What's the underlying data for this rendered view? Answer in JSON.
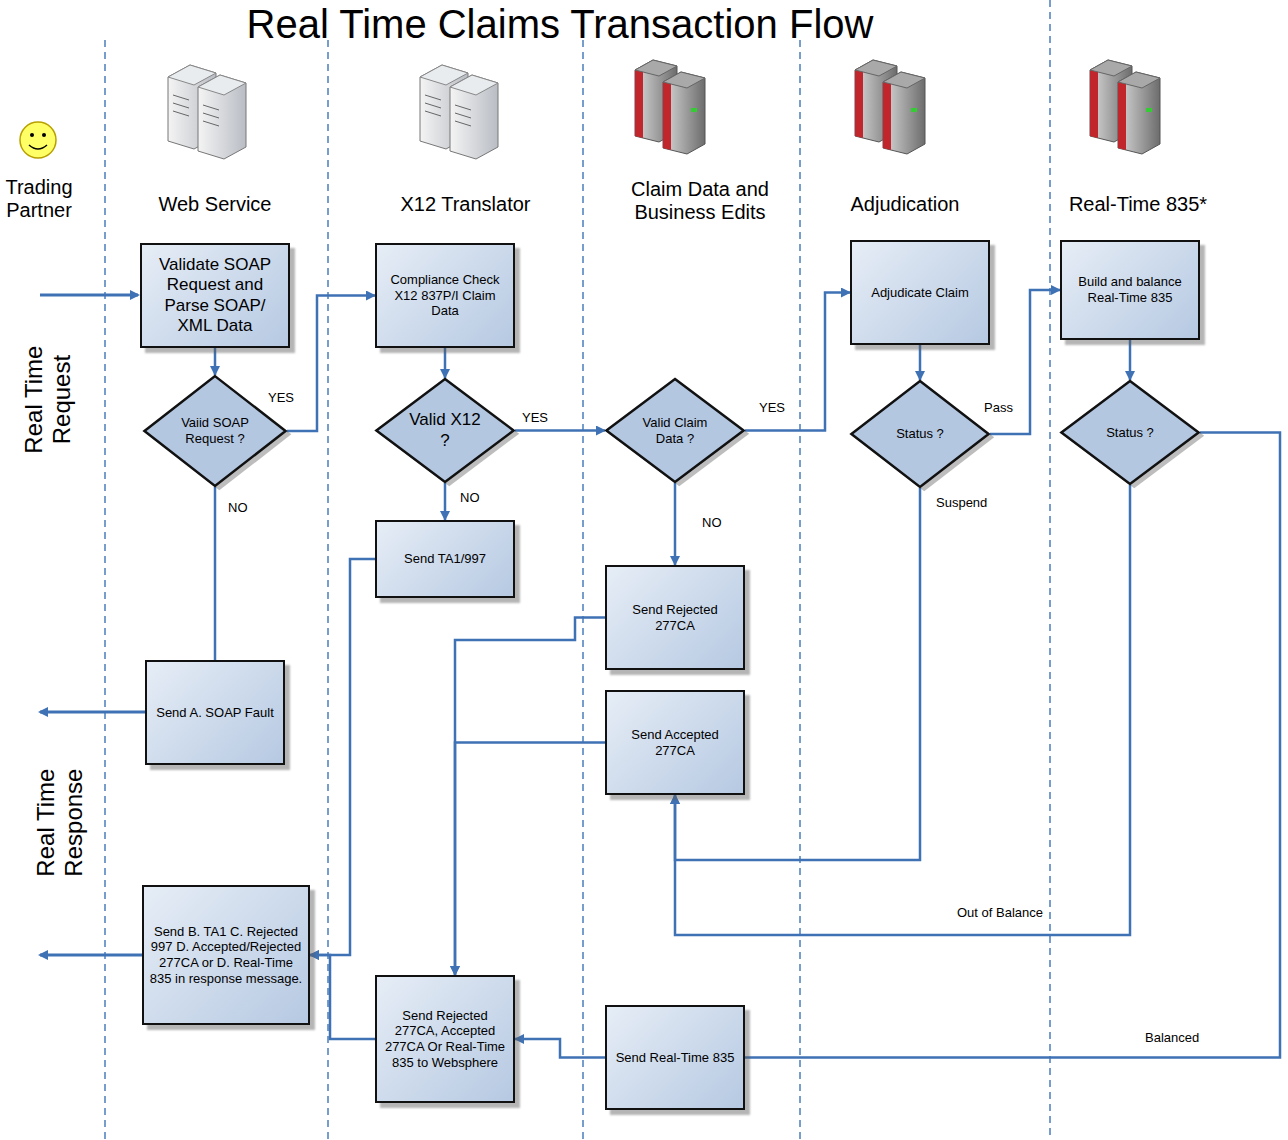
{
  "diagram": {
    "title": "Real Time Claims Transaction Flow",
    "nodes": [
      {
        "text": [
          "Validate SOAP Request and Parse SOAP/ XML Data"
        ]
      },
      {
        "text": [
          "Vaiid SOAP Request ?"
        ]
      },
      {
        "text": [
          "Compliance Check X12 837P/I Claim Data"
        ]
      },
      {
        "text": [
          "Valid X12 ?"
        ]
      },
      {
        "text": [
          "Valid Claim Data ?"
        ]
      },
      {
        "text": [
          "Adjudicate Claim"
        ]
      },
      {
        "text": [
          "Status ?"
        ]
      },
      {
        "text": [
          "Build and balance Real-Time 835"
        ]
      },
      {
        "text": [
          "Status ?"
        ]
      },
      {
        "text": [
          "Send TA1/997"
        ]
      },
      {
        "text": [
          "Send Rejected 277CA"
        ]
      },
      {
        "text": [
          "Send A. SOAP Fault"
        ]
      },
      {
        "text": [
          "Send Accepted 277CA"
        ]
      },
      {
        "text": [
          "Send B. TA1 C. Rejected 997 D. Accepted/Rejected 277CA or D. Real-Time 835 in response message."
        ]
      },
      {
        "text": [
          "Send Rejected 277CA, Accepted 277CA Or Real-Time 835 to Websphere"
        ]
      },
      {
        "text": [
          "Send Real-Time 835"
        ]
      }
    ],
    "edges": [
      {
        "from": 0,
        "to": 1,
        "arrow": "to"
      },
      {
        "from": 1,
        "to": 2,
        "label": "YES",
        "arrow": "to"
      },
      {
        "from": 1,
        "to": 11,
        "label": "NO",
        "arrow": "none"
      },
      {
        "from": 2,
        "to": 3,
        "arrow": "to"
      },
      {
        "from": 3,
        "to": 4,
        "label": "YES",
        "arrow": "to"
      },
      {
        "from": 3,
        "to": 9,
        "label": "NO",
        "arrow": "to"
      },
      {
        "from": 4,
        "to": 5,
        "label": "YES",
        "arrow": "to"
      },
      {
        "from": 4,
        "to": 10,
        "label": "NO",
        "arrow": "to"
      },
      {
        "from": 5,
        "to": 6,
        "arrow": "to"
      },
      {
        "from": 6,
        "to": 7,
        "label": "Pass",
        "arrow": "to"
      },
      {
        "from": 6,
        "to": 12,
        "label": "Suspend",
        "arrow": "to"
      },
      {
        "from": 7,
        "to": 8,
        "arrow": "to"
      },
      {
        "from": 8,
        "to": 12,
        "label": "Out of Balance",
        "arrow": "to"
      },
      {
        "from": 8,
        "to": 15,
        "label": "Balanced",
        "arrow": "to"
      },
      {
        "from": 10,
        "to": 14,
        "arrow": "to"
      },
      {
        "from": 12,
        "to": 14,
        "arrow": "to"
      },
      {
        "from": 15,
        "to": 14,
        "arrow": "to"
      },
      {
        "from": 9,
        "to": 13,
        "arrow": "to"
      },
      {
        "from": 14,
        "to": 13,
        "arrow": "to"
      }
    ],
    "labels": [
      "Trading Partner",
      "Web Service",
      "X12 Translator",
      "Claim Data and Business Edits",
      "Adjudication",
      "Real-Time 835*",
      "Real Time Request",
      "Real Time Response"
    ]
  }
}
